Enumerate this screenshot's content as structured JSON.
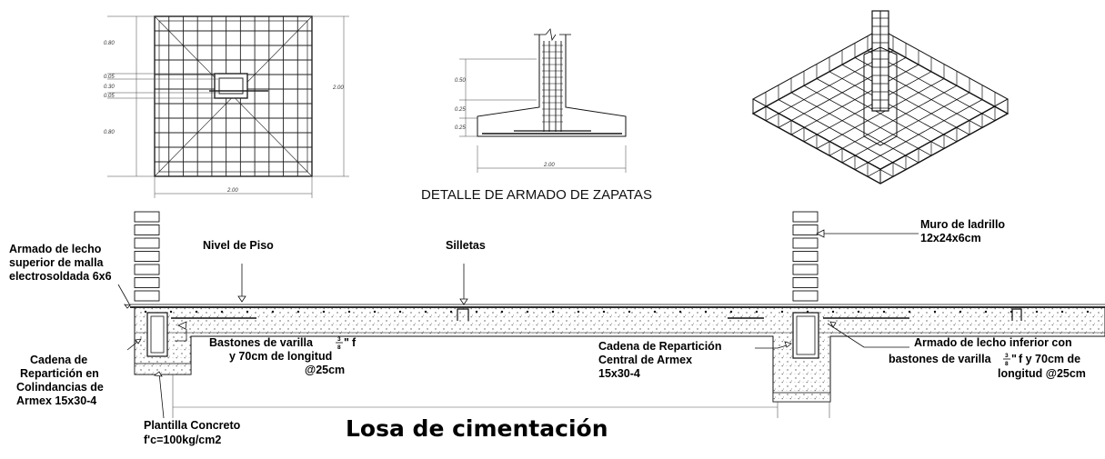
{
  "plan": {
    "dim_top": "0.80",
    "dim_gap1": "0.05",
    "dim_mid": "0.30",
    "dim_gap2": "0.05",
    "dim_bottom": "0.80",
    "dim_height": "2.00",
    "dim_width": "2.00"
  },
  "section": {
    "dim_col": "0.50",
    "dim_slope": "0.25",
    "dim_base": "0.25",
    "dim_width": "2.00",
    "caption": "DETALLE DE ARMADO DE ZAPATAS"
  },
  "slab": {
    "armado_superior": [
      "Armado de lecho",
      "superior de malla",
      "electrosoldada 6x6"
    ],
    "nivel_piso": "Nivel de Piso",
    "silletas": "Silletas",
    "muro": [
      "Muro de ladrillo",
      "12x24x6cm"
    ],
    "bastones_left_1a": "Bastones de varilla",
    "bastones_left_1b": "f",
    "bastones_left_2": "y 70cm de longitud",
    "bastones_left_3": "@25cm",
    "frac_num": "3",
    "frac_den": "8",
    "frac_mark": "\"",
    "cadena_central": [
      "Cadena de Repartición",
      "Central de Armex",
      "15x30-4"
    ],
    "armado_inferior_1": "Armado de lecho inferior con",
    "armado_inferior_2a": "bastones de varilla",
    "armado_inferior_2b": "f y 70cm de",
    "armado_inferior_3": "longitud @25cm",
    "cadena_colindancias": [
      "Cadena de",
      "Repartición en",
      "Colindancias de",
      "Armex 15x30-4"
    ],
    "plantilla": [
      "Plantilla Concreto",
      "f'c=100kg/cm2"
    ],
    "title": "Losa de cimentación"
  }
}
